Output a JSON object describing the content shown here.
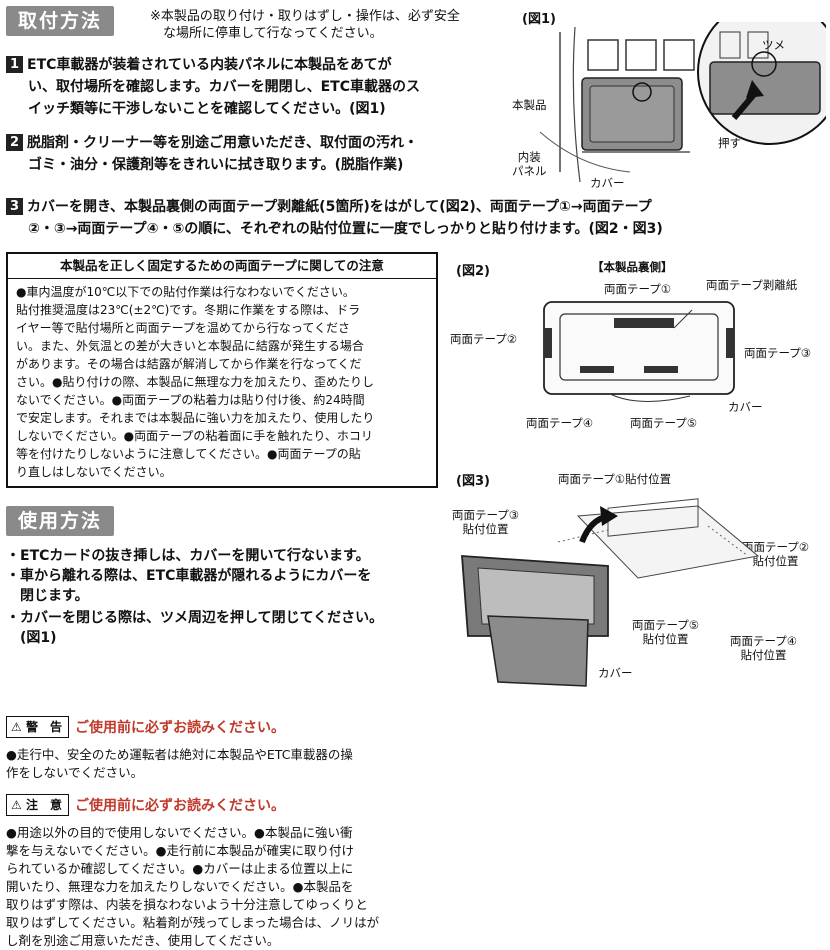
{
  "install": {
    "heading": "取付方法",
    "top_note_line1": "※本製品の取り付け・取りはずし・操作は、必ず安全",
    "top_note_line2": "な場所に停車して行なってください。",
    "steps": [
      {
        "num": "1",
        "lines": [
          "ETC車載器が装着されている内装パネルに本製品をあてが",
          "い、取付場所を確認します。カバーを開閉し、ETC車載器のス",
          "イッチ類等に干渉しないことを確認してください。(図1)"
        ]
      },
      {
        "num": "2",
        "lines": [
          "脱脂剤・クリーナー等を別途ご用意いただき、取付面の汚れ・",
          "ゴミ・油分・保護剤等をきれいに拭き取ります。(脱脂作業)"
        ]
      },
      {
        "num": "3",
        "lines": [
          "カバーを開き、本製品裏側の両面テープ剥離紙(5箇所)をはがして(図2)、両面テープ①→両面テープ",
          "②・③→両面テープ④・⑤の順に、それぞれの貼付位置に一度でしっかりと貼り付けます。(図2・図3)"
        ]
      }
    ]
  },
  "caution_box": {
    "title": "本製品を正しく固定するための両面テープに関しての注意",
    "lines": [
      "●車内温度が10℃以下での貼付作業は行なわないでください。",
      "貼付推奨温度は23℃(±2℃)です。冬期に作業をする際は、ドラ",
      "イヤー等で貼付場所と両面テープを温めてから行なってくださ",
      "い。また、外気温との差が大きいと本製品に結露が発生する場合",
      "があります。その場合は結露が解消してから作業を行なってくだ",
      "さい。●貼り付けの際、本製品に無理な力を加えたり、歪めたりし",
      "ないでください。●両面テープの粘着力は貼り付け後、約24時間",
      "で安定します。それまでは本製品に強い力を加えたり、使用したり",
      "しないでください。●両面テープの粘着面に手を触れたり、ホコリ",
      "等を付けたりしないように注意してください。●両面テープの貼",
      "り直しはしないでください。"
    ]
  },
  "usage": {
    "heading": "使用方法",
    "lines": [
      "・ETCカードの抜き挿しは、カバーを開いて行ないます。",
      "・車から離れる際は、ETC車載器が隠れるようにカバーを",
      "　閉じます。",
      "・カバーを閉じる際は、ツメ周辺を押して閉じてください。",
      "　(図1)"
    ]
  },
  "warning": {
    "tag": "警　告",
    "message": "ご使用前に必ずお読みください。",
    "lines": [
      "●走行中、安全のため運転者は絶対に本製品やETC車載器の操",
      "作をしないでください。"
    ]
  },
  "attention": {
    "tag": "注　意",
    "message": "ご使用前に必ずお読みください。",
    "lines": [
      "●用途以外の目的で使用しないでください。●本製品に強い衝",
      "撃を与えないでください。●走行前に本製品が確実に取り付け",
      "られているか確認してください。●カバーは止まる位置以上に",
      "開いたり、無理な力を加えたりしないでください。●本製品を",
      "取りはずす際は、内装を損なわないよう十分注意してゆっくりと",
      "取りはずしてください。粘着剤が残ってしまった場合は、ノリはが",
      "し剤を別途ご用意いただき、使用してください。"
    ]
  },
  "fig1": {
    "label": "(図1)",
    "claw": "ツメ",
    "product": "本製品",
    "panel_line1": "内装",
    "panel_line2": "パネル",
    "push": "押す",
    "cover": "カバー"
  },
  "fig2": {
    "label": "(図2)",
    "back": "【本製品裏側】",
    "tape1": "両面テープ①",
    "peel": "両面テープ剥離紙",
    "tape2": "両面テープ②",
    "tape3": "両面テープ③",
    "cover": "カバー",
    "tape4": "両面テープ④",
    "tape5": "両面テープ⑤"
  },
  "fig3": {
    "label": "(図3)",
    "pos1": "両面テープ①貼付位置",
    "pos3_line1": "両面テープ③",
    "pos3_line2": "貼付位置",
    "pos2_line1": "両面テープ②",
    "pos2_line2": "貼付位置",
    "pos5_line1": "両面テープ⑤",
    "pos5_line2": "貼付位置",
    "pos4_line1": "両面テープ④",
    "pos4_line2": "貼付位置",
    "cover": "カバー"
  },
  "colors": {
    "heading_bg": "#8a8a8a",
    "warning_red": "#c0392b"
  }
}
